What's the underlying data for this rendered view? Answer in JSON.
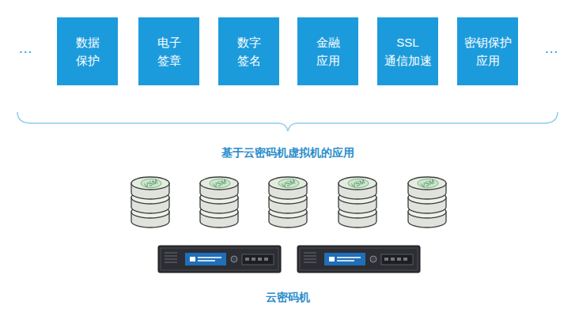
{
  "diagram": {
    "caption": "云密码机",
    "nodes": [
      {
        "text": [
          "数据 保护"
        ]
      },
      {
        "text": [
          "电子 签章"
        ]
      },
      {
        "text": [
          "数字 签名"
        ]
      },
      {
        "text": [
          "金融 应用"
        ]
      },
      {
        "text": [
          "SSL 通信加速"
        ]
      },
      {
        "text": [
          "密钥保护 应用"
        ]
      }
    ],
    "labels": [
      "…",
      "…",
      "基于云密码机虚拟机的应用",
      "VSM",
      "VSM",
      "VSM",
      "VSM",
      "VSM"
    ]
  }
}
